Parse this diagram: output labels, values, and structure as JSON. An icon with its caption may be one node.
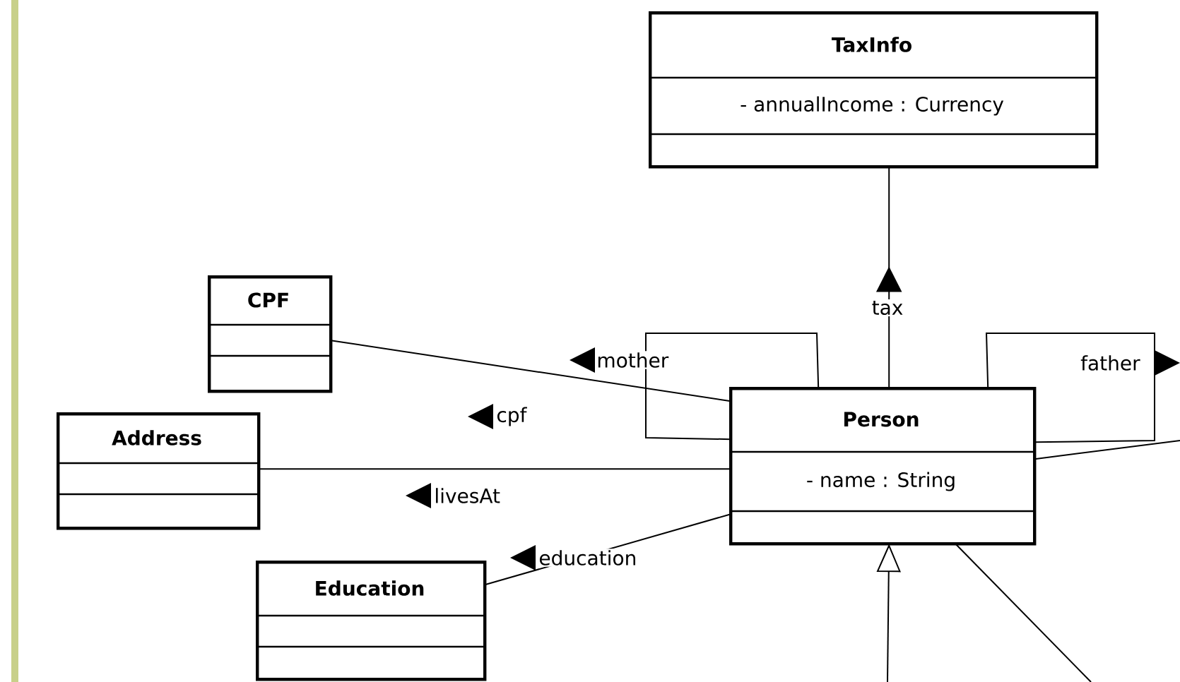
{
  "diagram": {
    "nodes": [
      {
        "text": [
          "TaxInfo",
          "- annualIncome : Currency"
        ]
      },
      {
        "text": [
          "CPF"
        ]
      },
      {
        "text": [
          "Person",
          "- name : String"
        ]
      },
      {
        "text": [
          "Address"
        ]
      },
      {
        "text": [
          "Education"
        ]
      }
    ],
    "edges": [
      {
        "from": 2,
        "to": 0,
        "arrow": "to",
        "label": "tax"
      },
      {
        "from": 1,
        "to": 2,
        "arrow": "none",
        "label": "cpf"
      },
      {
        "from": 2,
        "to": 2,
        "arrow": "none",
        "label": "mother"
      },
      {
        "from": 3,
        "to": 2,
        "arrow": "none",
        "label": "livesAt"
      },
      {
        "from": 4,
        "to": 2,
        "arrow": "none",
        "label": "education"
      },
      {
        "from": 2,
        "to": 2,
        "arrow": "none",
        "label": "father"
      },
      {
        "from": 2,
        "to": null,
        "arrow": "none"
      },
      {
        "from": null,
        "to": 2,
        "arrow": "to"
      },
      {
        "from": 2,
        "to": null,
        "arrow": "none"
      }
    ]
  }
}
